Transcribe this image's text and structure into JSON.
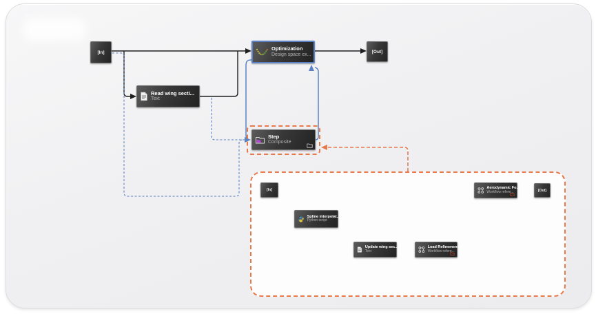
{
  "diagram": {
    "kind": "workflow-editor-canvas",
    "outer": {
      "in_port": "[In]",
      "out_port": "[Out]",
      "read_wing": {
        "title": "Read wing secti...",
        "subtitle": "Text",
        "icon": "document-icon"
      },
      "optimization": {
        "title": "Optimization",
        "subtitle": "Design space ex...",
        "icon": "optimization-curve-icon",
        "selected": "blue-border"
      },
      "step": {
        "title": "Step",
        "subtitle": "Composite",
        "icon": "composite-folder-icon",
        "badge_icon": "folder-icon",
        "highlight": "orange-dashed-outline"
      }
    },
    "inner": {
      "in_port": "[In]",
      "out_port": "[Out]",
      "spline": {
        "title": "Spline interpolat...",
        "subtitle": "Python script",
        "icon": "python-icon"
      },
      "update_wing": {
        "title": "Update wing sec...",
        "subtitle": "Text",
        "icon": "document-icon"
      },
      "load_refinement": {
        "title": "Load Refinement",
        "subtitle": "Workflow refere...",
        "icon": "workflow-graph-icon",
        "badge_icon": "workflow-reference-icon"
      },
      "aerodynamic": {
        "title": "Aerodynamic Fo...",
        "subtitle": "Workflow refere...",
        "icon": "workflow-graph-icon",
        "badge_icon": "workflow-reference-icon"
      }
    },
    "colors": {
      "selection_blue": "#5b82c4",
      "composite_orange": "#e8794b",
      "edge_black": "#1f1f1f",
      "node_dark": "#2d2d2d",
      "canvas_bg": "#f0f0f2"
    }
  }
}
